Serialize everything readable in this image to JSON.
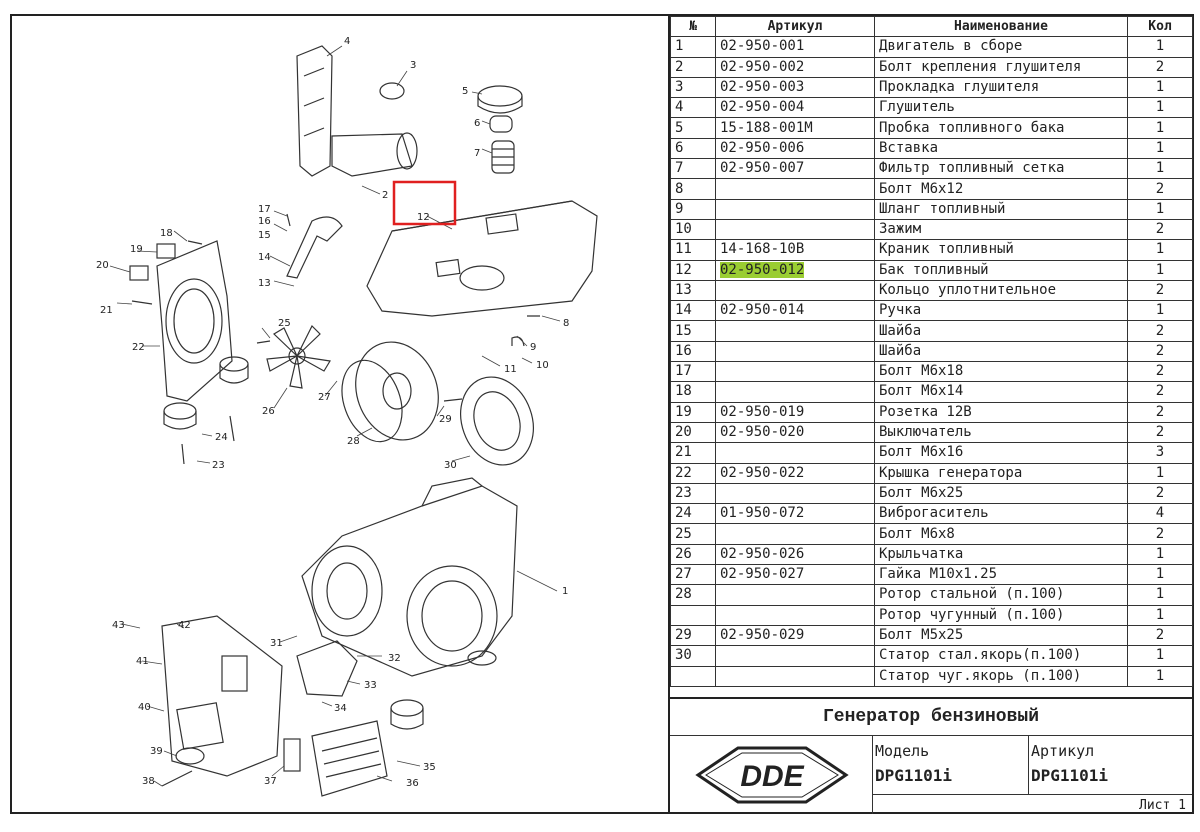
{
  "table": {
    "headers": {
      "num": "№",
      "article": "Артикул",
      "name": "Наименование",
      "qty": "Кол"
    },
    "rows": [
      {
        "num": "1",
        "article": "02-950-001",
        "name": "Двигатель в сборе",
        "qty": "1"
      },
      {
        "num": "2",
        "article": "02-950-002",
        "name": "Болт крепления глушителя",
        "qty": "2"
      },
      {
        "num": "3",
        "article": "02-950-003",
        "name": "Прокладка глушителя",
        "qty": "1"
      },
      {
        "num": "4",
        "article": "02-950-004",
        "name": "Глушитель",
        "qty": "1"
      },
      {
        "num": "5",
        "article": "15-188-001M",
        "name": "Пробка топливного бака",
        "qty": "1"
      },
      {
        "num": "6",
        "article": "02-950-006",
        "name": "Вставка",
        "qty": "1"
      },
      {
        "num": "7",
        "article": "02-950-007",
        "name": "Фильтр топливный сетка",
        "qty": "1"
      },
      {
        "num": "8",
        "article": "",
        "name": "Болт М6х12",
        "qty": "2"
      },
      {
        "num": "9",
        "article": "",
        "name": "Шланг топливный",
        "qty": "1"
      },
      {
        "num": "10",
        "article": "",
        "name": "Зажим",
        "qty": "2"
      },
      {
        "num": "11",
        "article": "14-168-10B",
        "name": "Краник топливный",
        "qty": "1"
      },
      {
        "num": "12",
        "article": "02-950-012",
        "name": "Бак топливный",
        "qty": "1",
        "highlight": true
      },
      {
        "num": "13",
        "article": "",
        "name": "Кольцо уплотнительное",
        "qty": "2"
      },
      {
        "num": "14",
        "article": "02-950-014",
        "name": "Ручка",
        "qty": "1"
      },
      {
        "num": "15",
        "article": "",
        "name": "Шайба",
        "qty": "2"
      },
      {
        "num": "16",
        "article": "",
        "name": "Шайба",
        "qty": "2"
      },
      {
        "num": "17",
        "article": "",
        "name": "Болт М6х18",
        "qty": "2"
      },
      {
        "num": "18",
        "article": "",
        "name": "Болт М6х14",
        "qty": "2"
      },
      {
        "num": "19",
        "article": "02-950-019",
        "name": "Розетка 12В",
        "qty": "2"
      },
      {
        "num": "20",
        "article": "02-950-020",
        "name": "Выключатель",
        "qty": "2"
      },
      {
        "num": "21",
        "article": "",
        "name": "Болт М6х16",
        "qty": "3"
      },
      {
        "num": "22",
        "article": "02-950-022",
        "name": "Крышка генератора",
        "qty": "1"
      },
      {
        "num": "23",
        "article": "",
        "name": "Болт М6х25",
        "qty": "2"
      },
      {
        "num": "24",
        "article": "01-950-072",
        "name": "Виброгаситель",
        "qty": "4"
      },
      {
        "num": "25",
        "article": "",
        "name": "Болт М6х8",
        "qty": "2"
      },
      {
        "num": "26",
        "article": "02-950-026",
        "name": "Крыльчатка",
        "qty": "1"
      },
      {
        "num": "27",
        "article": "02-950-027",
        "name": "Гайка М10х1.25",
        "qty": "1"
      },
      {
        "num": "28",
        "article": "",
        "name": "Ротор стальной (п.100)",
        "qty": "1"
      },
      {
        "num": "",
        "article": "",
        "name": "Ротор чугунный (п.100)",
        "qty": "1"
      },
      {
        "num": "29",
        "article": "02-950-029",
        "name": "Болт М5х25",
        "qty": "2"
      },
      {
        "num": "30",
        "article": "",
        "name": "Статор стал.якорь(п.100)",
        "qty": "1"
      },
      {
        "num": "",
        "article": "",
        "name": "Статор чуг.якорь (п.100)",
        "qty": "1"
      }
    ]
  },
  "titleblock": {
    "title": "Генератор бензиновый",
    "logo_text": "DDE",
    "model_label": "Модель",
    "model_value": "DPG1101i",
    "article_label": "Артикул",
    "article_value": "DPG1101i",
    "sheet": "Лист 1"
  },
  "drawing": {
    "callouts": [
      "1",
      "2",
      "3",
      "4",
      "5",
      "6",
      "7",
      "8",
      "9",
      "10",
      "11",
      "12",
      "13",
      "14",
      "15",
      "16",
      "17",
      "18",
      "19",
      "20",
      "21",
      "22",
      "23",
      "24",
      "25",
      "26",
      "27",
      "28",
      "29",
      "30",
      "31",
      "32",
      "33",
      "34",
      "35",
      "36",
      "37",
      "38",
      "39",
      "40",
      "41",
      "42",
      "43"
    ],
    "highlight_color": "#e02020"
  },
  "colors": {
    "highlight": "#9acd32"
  }
}
